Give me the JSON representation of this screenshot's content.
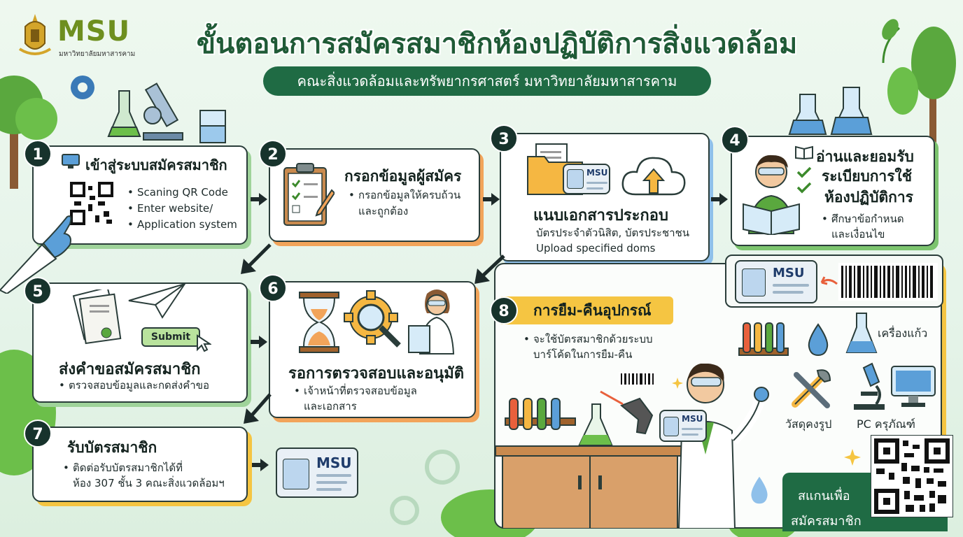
{
  "header": {
    "logo_text": "MSU",
    "logo_subtitle": "มหาวิทยาลัยมหาสารคาม",
    "title": "ขั้นตอนการสมัครสมาชิกห้องปฏิบัติการสิ่งแวดล้อม",
    "subtitle": "คณะสิ่งแวดล้อมและทรัพยากรศาสตร์ มหาวิทยาลัยมหาสารคาม"
  },
  "steps": [
    {
      "number": "1",
      "title": "เข้าสู่ระบบสมัครสมาชิก",
      "bullets": [
        "Scaning QR Code",
        "Enter website/",
        "Application system"
      ]
    },
    {
      "number": "2",
      "title": "กรอกข้อมูลผู้สมัคร",
      "bullets": [
        "กรอกข้อมูลให้ครบถ้วน"
      ],
      "extra": "และถูกต้อง"
    },
    {
      "number": "3",
      "title": "แนบเอกสารประกอบ",
      "lines": [
        "บัตรประจำตัวนิสิต, บัตรประชาชน",
        "Upload specified doms"
      ],
      "card_label": "MSU"
    },
    {
      "number": "4",
      "title_lines": [
        "อ่านและยอมรับ",
        "ระเบียบการใช้",
        "ห้องปฏิบัติการ"
      ],
      "bullets": [
        "ศึกษาข้อกำหนด"
      ],
      "extra": "และเงื่อนไข"
    },
    {
      "number": "5",
      "title": "ส่งคำขอสมัครสมาชิก",
      "bullets": [
        "ตรวจสอบข้อมูลและกดส่งคำขอ"
      ],
      "button_label": "Submit"
    },
    {
      "number": "6",
      "title": "รอการตรวจสอบและอนุมัติ",
      "bullets": [
        "เจ้าหน้าที่ตรวจสอบข้อมูล"
      ],
      "extra": "และเอกสาร"
    },
    {
      "number": "7",
      "title": "รับบัตรสมาชิก",
      "bullets": [
        "ติดต่อรับบัตรสมาชิกได้ที่"
      ],
      "extra": "ห้อง 307 ชั้น 3 คณะสิ่งแวดล้อมฯ",
      "card_label": "MSU"
    },
    {
      "number": "8",
      "title": "การยืม-คืนอุปกรณ์",
      "bullets": [
        "จะใช้บัตรสมาชิกด้วยระบบ"
      ],
      "extra": "บาร์โค้ดในการยืม-คืน",
      "card_label": "MSU",
      "equipment": [
        "เครื่องแก้ว",
        "วัสดุคงรูป",
        "PC ครุภัณฑ์"
      ]
    }
  ],
  "scan": {
    "line1": "สแกนเพื่อ",
    "line2": "สมัครสมาชิก"
  },
  "colors": {
    "dark_green": "#1f6b44",
    "accent_yellow": "#f5c542",
    "accent_orange": "#f2a45a",
    "accent_blue": "#8fc0ea",
    "accent_green": "#9fd39a"
  }
}
